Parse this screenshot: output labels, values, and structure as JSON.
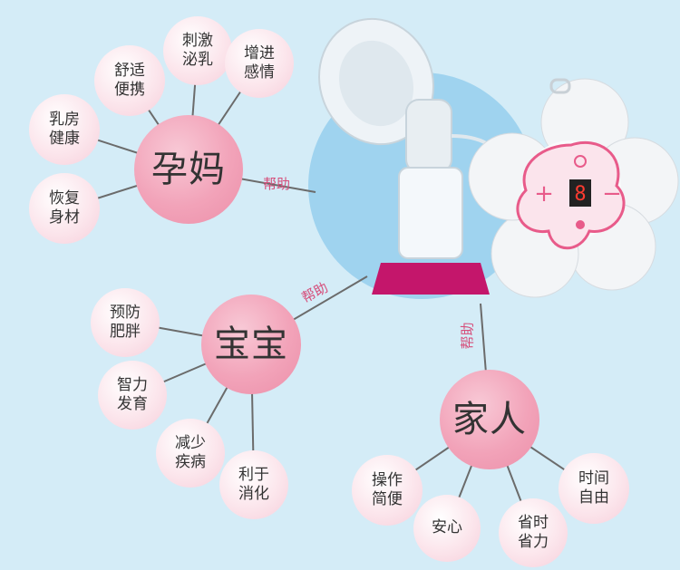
{
  "hubs": {
    "mother": "孕妈",
    "baby": "宝宝",
    "family": "家人"
  },
  "help_label": "帮助",
  "mother_benefits": [
    "舒适\n便携",
    "刺激\n泌乳",
    "增进\n感情",
    "乳房\n健康",
    "恢复\n身材"
  ],
  "baby_benefits": [
    "预防\n肥胖",
    "智力\n发育",
    "减少\n疾病",
    "利于\n消化"
  ],
  "family_benefits": [
    "操作\n简便",
    "安心",
    "省时\n省力",
    "时间\n自由"
  ],
  "product": {
    "display_digit": "8",
    "plus_symbol": "+",
    "minus_symbol": "−"
  },
  "colors": {
    "background": "#d4ecf7",
    "hub_pink": "#f2a3b9",
    "leaf_pink": "#fbe3ea",
    "line": "#6b6b6b",
    "help_text": "#d64d7a",
    "base_magenta": "#c4166b"
  }
}
